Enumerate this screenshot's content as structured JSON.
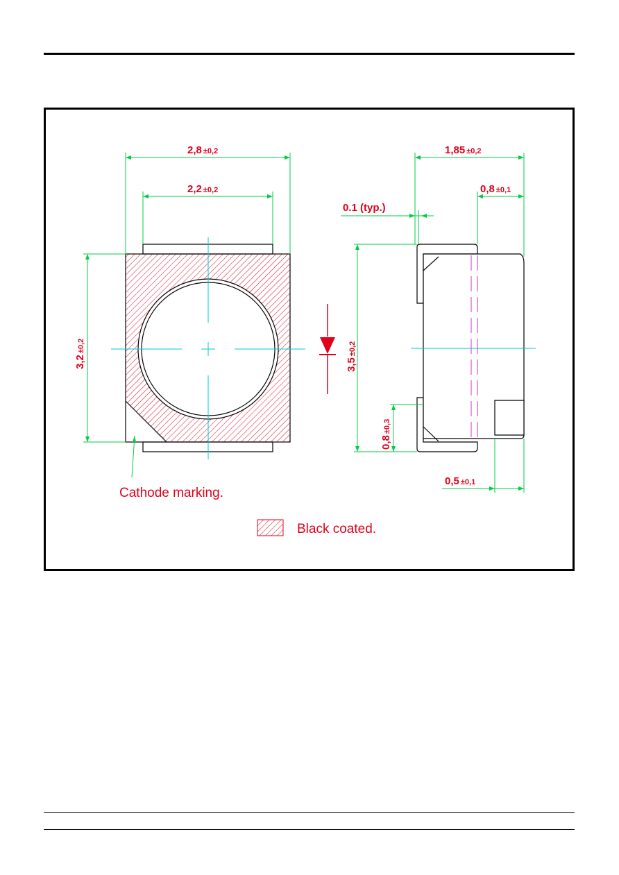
{
  "dimensions": {
    "width_body": {
      "value": "2,8",
      "tolerance": "±0,2"
    },
    "width_pad": {
      "value": "2,2",
      "tolerance": "±0,2"
    },
    "height_body": {
      "value": "3,2",
      "tolerance": "±0,2"
    },
    "height_total": {
      "value": "3,5",
      "tolerance": "±0,2"
    },
    "depth_total": {
      "value": "1,85",
      "tolerance": "±0,2"
    },
    "depth_lens": {
      "value": "0,8",
      "tolerance": "±0,1"
    },
    "lead_gap": {
      "value": "0,8",
      "tolerance": "±0,3"
    },
    "lead_width": {
      "value": "0,5",
      "tolerance": "±0,1"
    },
    "typ_thickness": "0.1 (typ.)"
  },
  "labels": {
    "cathode_marking": "Cathode marking.",
    "legend_black_coated": "Black coated."
  },
  "colors": {
    "dimension": "#e0001a",
    "extension_line": "#00cc44",
    "center_line": "#00c8d8",
    "hidden_line": "#cc33cc",
    "outline": "#000000",
    "hatch": "#e0001a"
  }
}
